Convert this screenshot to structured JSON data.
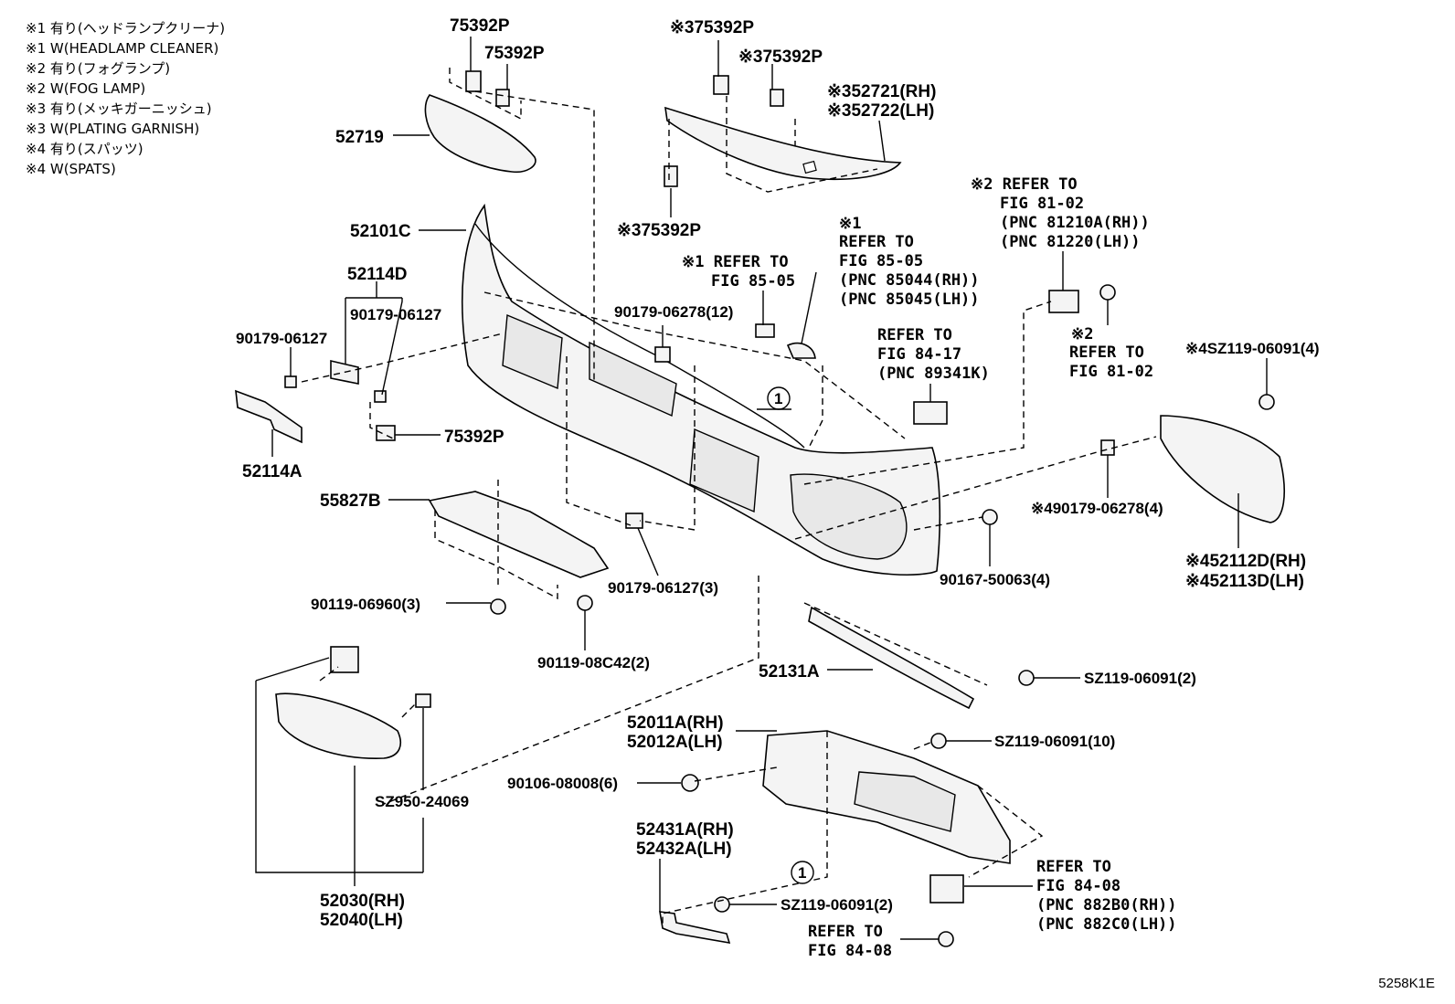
{
  "legend": [
    "※1 有り(ヘッドランプクリーナ)",
    "※1 W(HEADLAMP CLEANER)",
    "※2 有り(フォグランプ)",
    "※2 W(FOG LAMP)",
    "※3 有り(メッキガーニッシュ)",
    "※3 W(PLATING GARNISH)",
    "※4 有り(スパッツ)",
    "※4 W(SPATS)"
  ],
  "labels": {
    "p75392p_a": "75392P",
    "p75392p_b": "75392P",
    "p75392p_c": "※375392P",
    "p75392p_d": "※375392P",
    "p52721": "※352721(RH)",
    "p52722": "※352722(LH)",
    "p52719": "52719",
    "p75392p_e": "※375392P",
    "p52101c": "52101C",
    "p52114d": "52114D",
    "p90179_06127_a": "90179-06127",
    "p90179_06127_b": "90179-06127",
    "p52114a": "52114A",
    "p75392p_f": "75392P",
    "p90179_06278_12": "90179-06278(12)",
    "p55827b": "55827B",
    "p90179_06127_3": "90179-06127(3)",
    "p90119_06960": "90119-06960(3)",
    "p90119_08c42": "90119-08C42(2)",
    "psz119_4": "※4SZ119-06091(4)",
    "p90179_06278_4": "※490179-06278(4)",
    "p52112d": "※452112D(RH)",
    "p52113d": "※452113D(LH)",
    "p90167": "90167-50063(4)",
    "p52131a": "52131A",
    "psz119_2a": "SZ119-06091(2)",
    "p52011a": "52011A(RH)",
    "p52012a": "52012A(LH)",
    "psz119_10": "SZ119-06091(10)",
    "p90106": "90106-08008(6)",
    "p52431a": "52431A(RH)",
    "p52432a": "52432A(LH)",
    "psz119_2b": "SZ119-06091(2)",
    "psz950": "SZ950-24069",
    "p52030": "52030(RH)",
    "p52040": "52040(LH)"
  },
  "notes": {
    "n1_head": "※1 REFER TO",
    "n1_fig": "FIG 85-05",
    "n2_mark": "※1",
    "n2_refer": "REFER TO",
    "n2_fig": "FIG 85-05",
    "n2_pnc1": "(PNC 85044(RH))",
    "n2_pnc2": "(PNC 85045(LH))",
    "n3_head": "※2 REFER TO",
    "n3_fig": "FIG 81-02",
    "n3_pnc1": "(PNC 81210A(RH))",
    "n3_pnc2": "(PNC 81220(LH))",
    "n4_mark": "※2",
    "n4_refer": "REFER TO",
    "n4_fig": "FIG 81-02",
    "n5_refer": "REFER TO",
    "n5_fig": "FIG 84-17",
    "n5_pnc": "(PNC 89341K)",
    "n6_refer": "REFER TO",
    "n6_fig": "FIG 84-08",
    "n6_pnc1": "(PNC 882B0(RH))",
    "n6_pnc2": "(PNC 882C0(LH))",
    "n7_refer": "REFER TO",
    "n7_fig": "FIG 84-08"
  },
  "callouts": {
    "c1": "1",
    "c2": "1"
  },
  "figure_code": "5258K1E"
}
